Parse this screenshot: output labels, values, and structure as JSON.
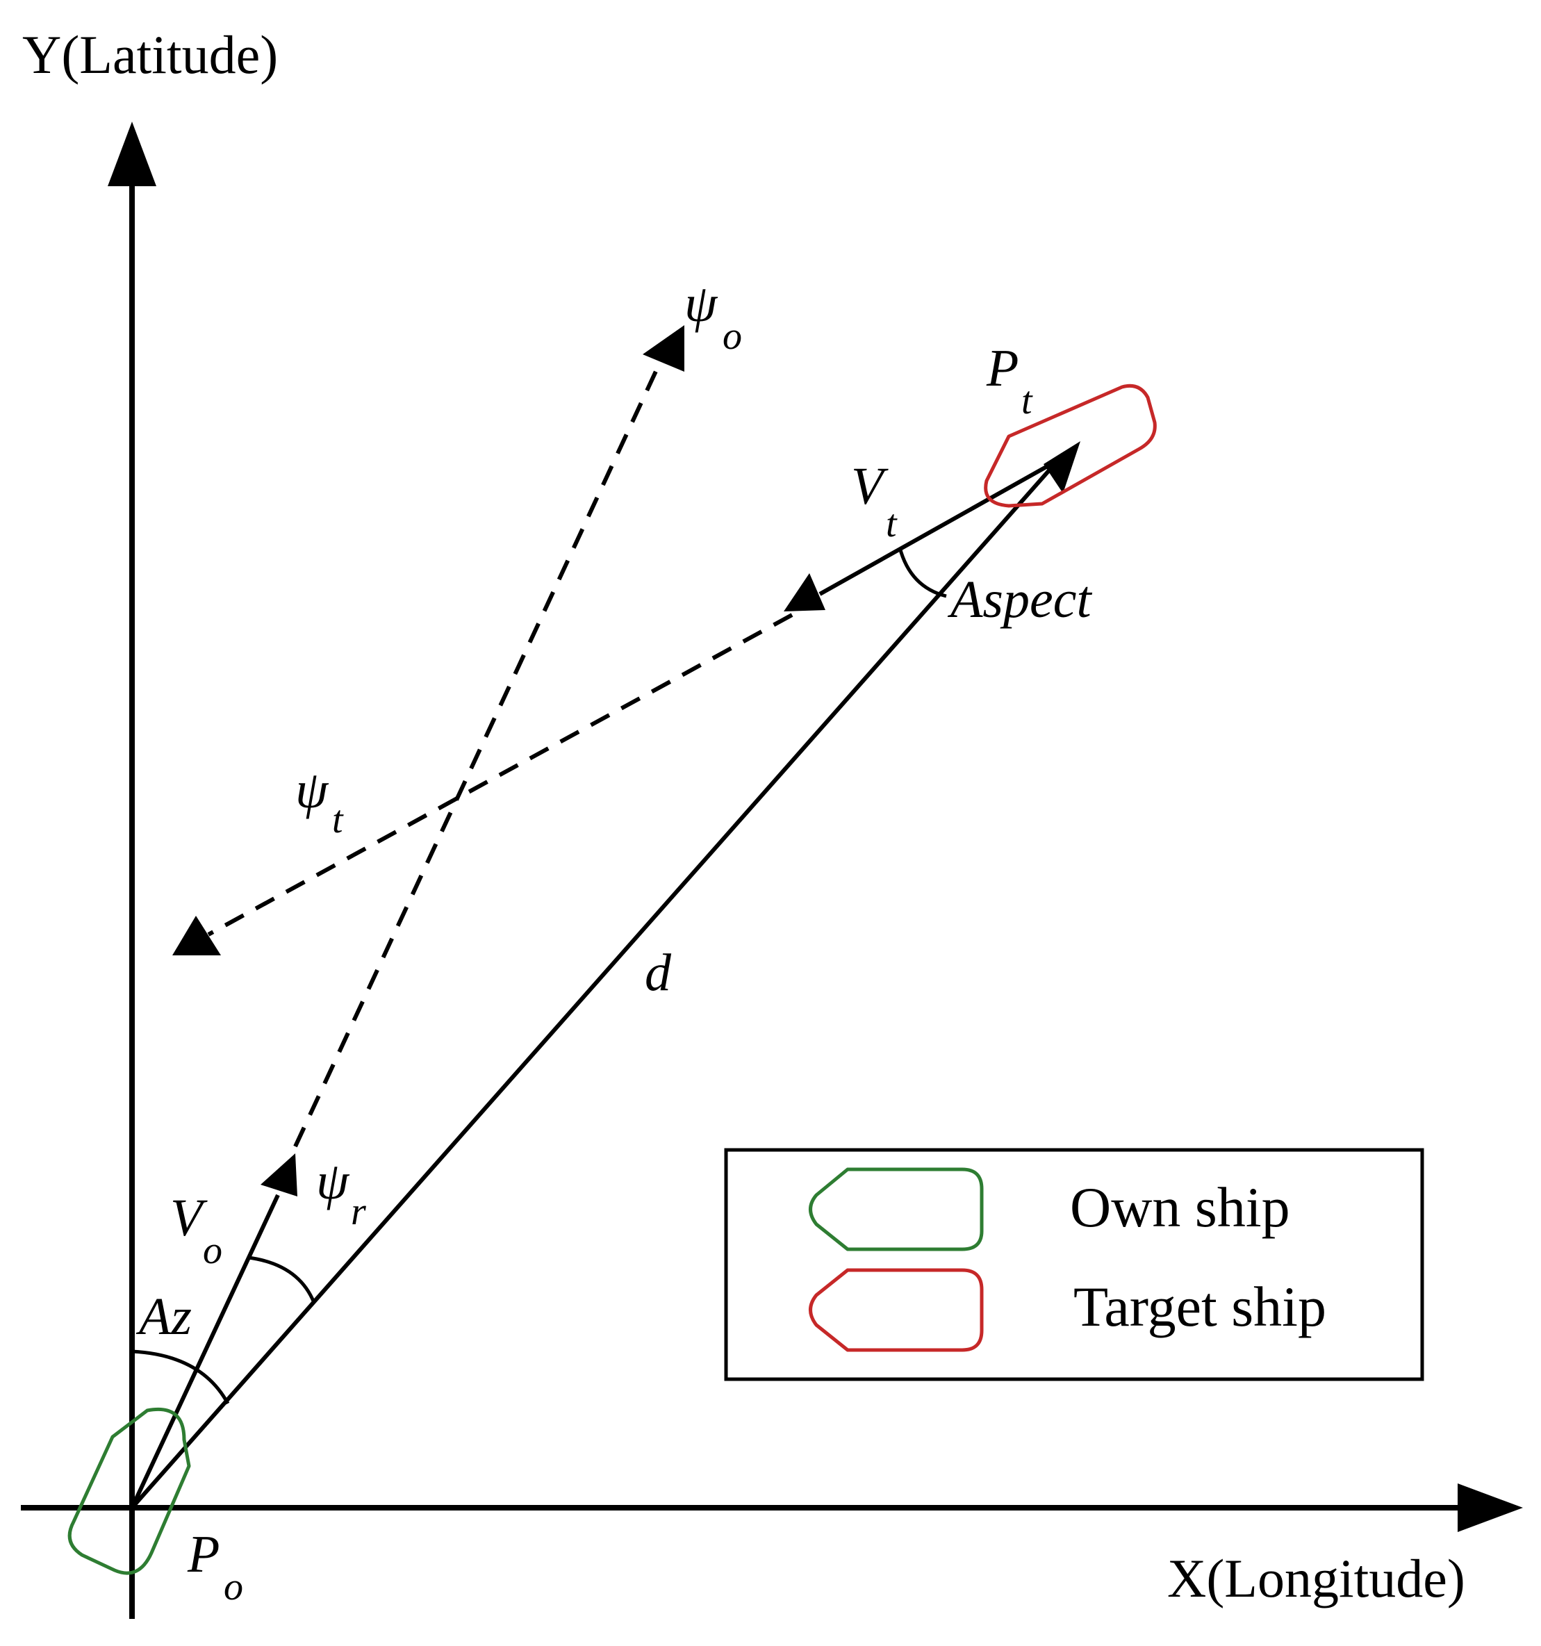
{
  "axes": {
    "y_label": "Y(Latitude)",
    "x_label": "X(Longitude)"
  },
  "symbols": {
    "psi_o": {
      "main": "ψ",
      "sub": "o"
    },
    "psi_t": {
      "main": "ψ",
      "sub": "t"
    },
    "psi_r": {
      "main": "ψ",
      "sub": "r"
    },
    "P_t": {
      "main": "P",
      "sub": "t"
    },
    "P_o": {
      "main": "P",
      "sub": "o"
    },
    "V_t": {
      "main": "V",
      "sub": "t"
    },
    "V_o": {
      "main": "V",
      "sub": "o"
    },
    "aspect": "Aspect",
    "d": "d",
    "az": "Az"
  },
  "legend": {
    "own_ship": "Own ship",
    "target_ship": "Target ship"
  },
  "colors": {
    "own_ship": "#2e7d32",
    "target_ship": "#c62828",
    "line": "#000000"
  }
}
